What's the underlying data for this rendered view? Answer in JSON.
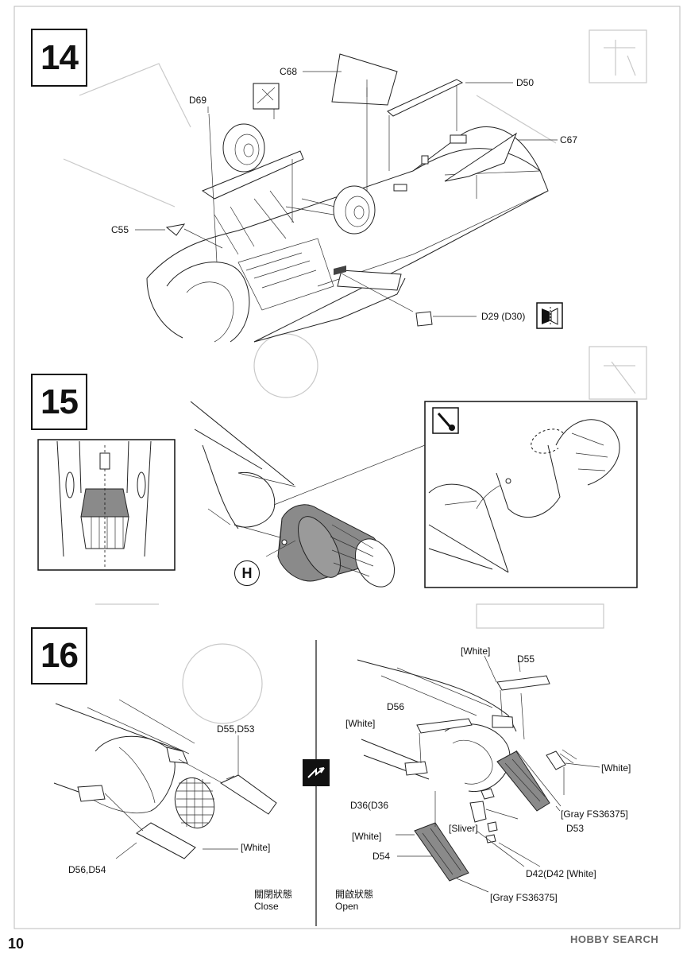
{
  "page_number": "10",
  "watermark": "HOBBY SEARCH",
  "steps": {
    "s14": {
      "number": "14",
      "labels": {
        "c68": "C68",
        "d69": "D69",
        "d50": "D50",
        "c67": "C67",
        "c55": "C55",
        "d29": "D29 (D30)"
      }
    },
    "s15": {
      "number": "15",
      "labels": {
        "h": "H"
      }
    },
    "s16": {
      "number": "16",
      "closed": {
        "labels": {
          "d55_d53": "D55,D53",
          "white": "[White]",
          "d56_d54": "D56,D54"
        },
        "caption_cjk": "關閉狀態",
        "caption_en": "Close"
      },
      "open": {
        "labels": {
          "white_top": "[White]",
          "d55": "D55",
          "d56": "D56",
          "white_left": "[White]",
          "white_right": "[White]",
          "d36": "D36(D36",
          "gray_right": "[Gray FS36375]",
          "sliver": "[Sliver]",
          "d53": "D53",
          "white_lower": "[White]",
          "d54": "D54",
          "d42": "D42(D42 [White]",
          "gray_bottom": "[Gray FS36375]"
        },
        "caption_cjk": "開啟狀態",
        "caption_en": "Open"
      }
    }
  }
}
